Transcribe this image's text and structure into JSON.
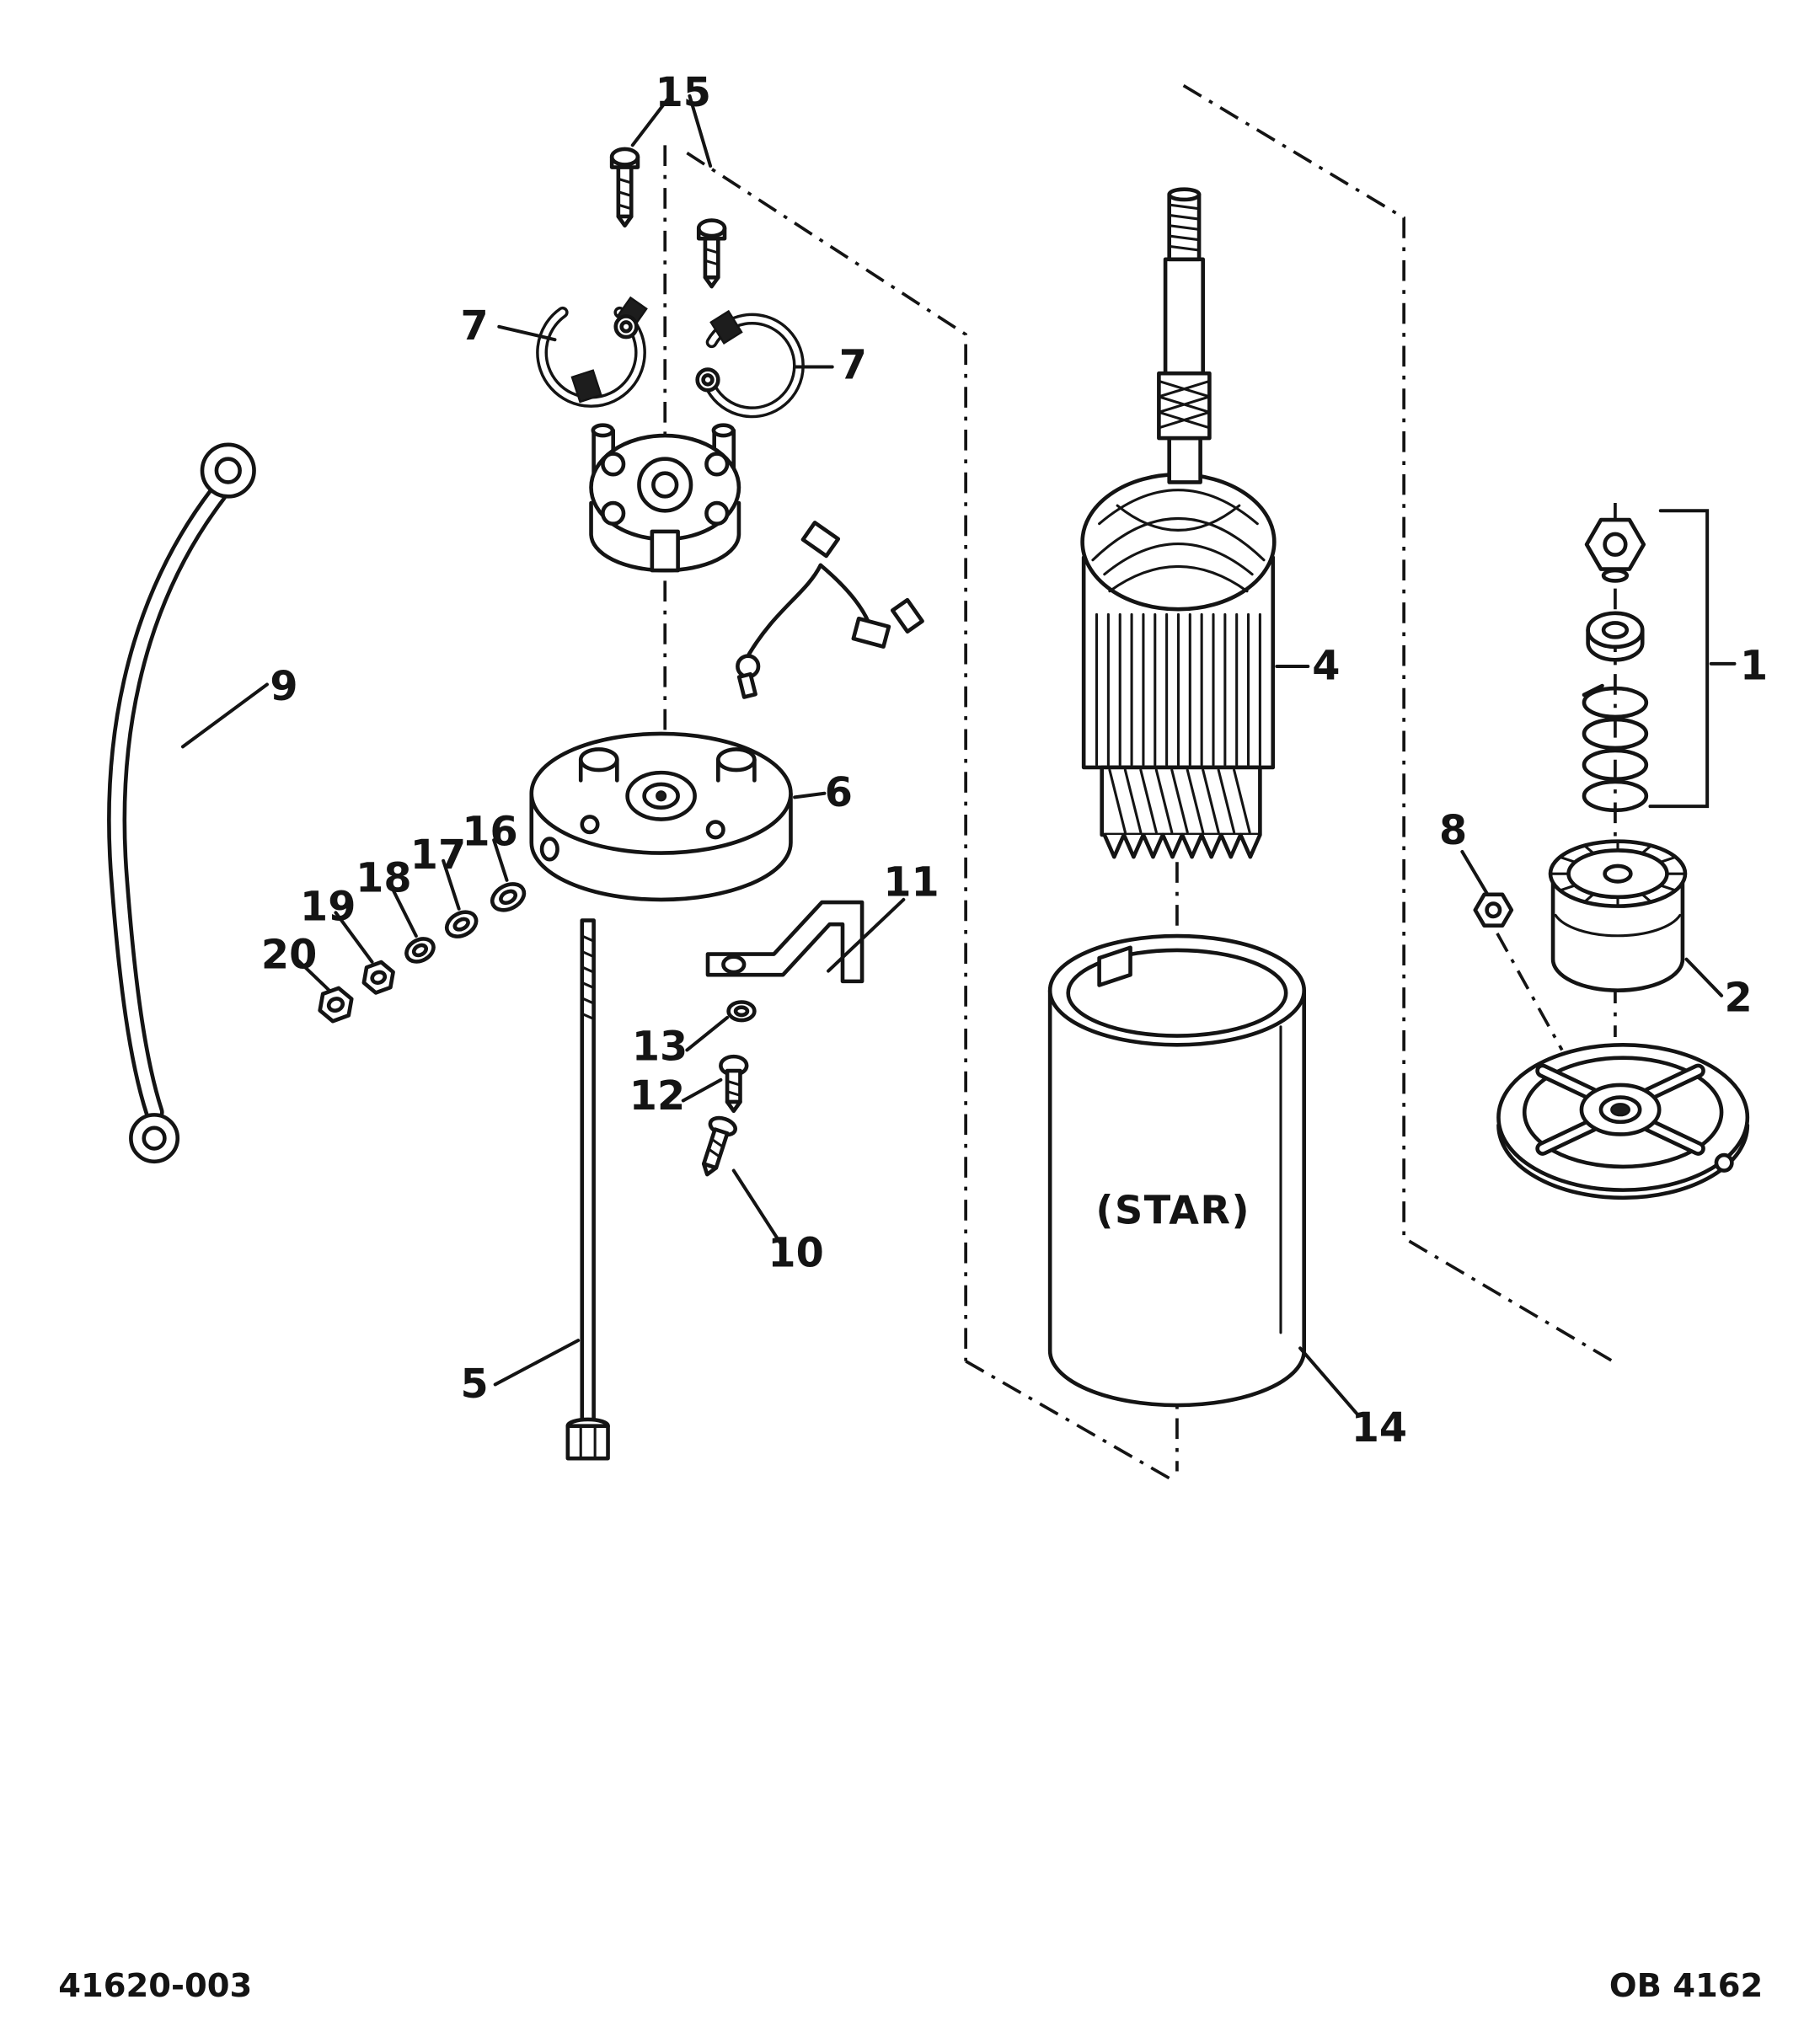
{
  "page": {
    "background": "#ffffff",
    "ink": "#141414",
    "description_text": ""
  },
  "footer": {
    "left_code": "41620-003",
    "right_code": "OB 4162"
  },
  "diagram": {
    "frame_text": "(STAR)",
    "callouts": {
      "n1": "1",
      "n2": "2",
      "n4": "4",
      "n5": "5",
      "n6": "6",
      "n7a": "7",
      "n7b": "7",
      "n8": "8",
      "n9": "9",
      "n10": "10",
      "n11": "11",
      "n12": "12",
      "n13": "13",
      "n14": "14",
      "n15": "15",
      "n16": "16",
      "n17": "17",
      "n18": "18",
      "n19": "19",
      "n20": "20"
    }
  }
}
